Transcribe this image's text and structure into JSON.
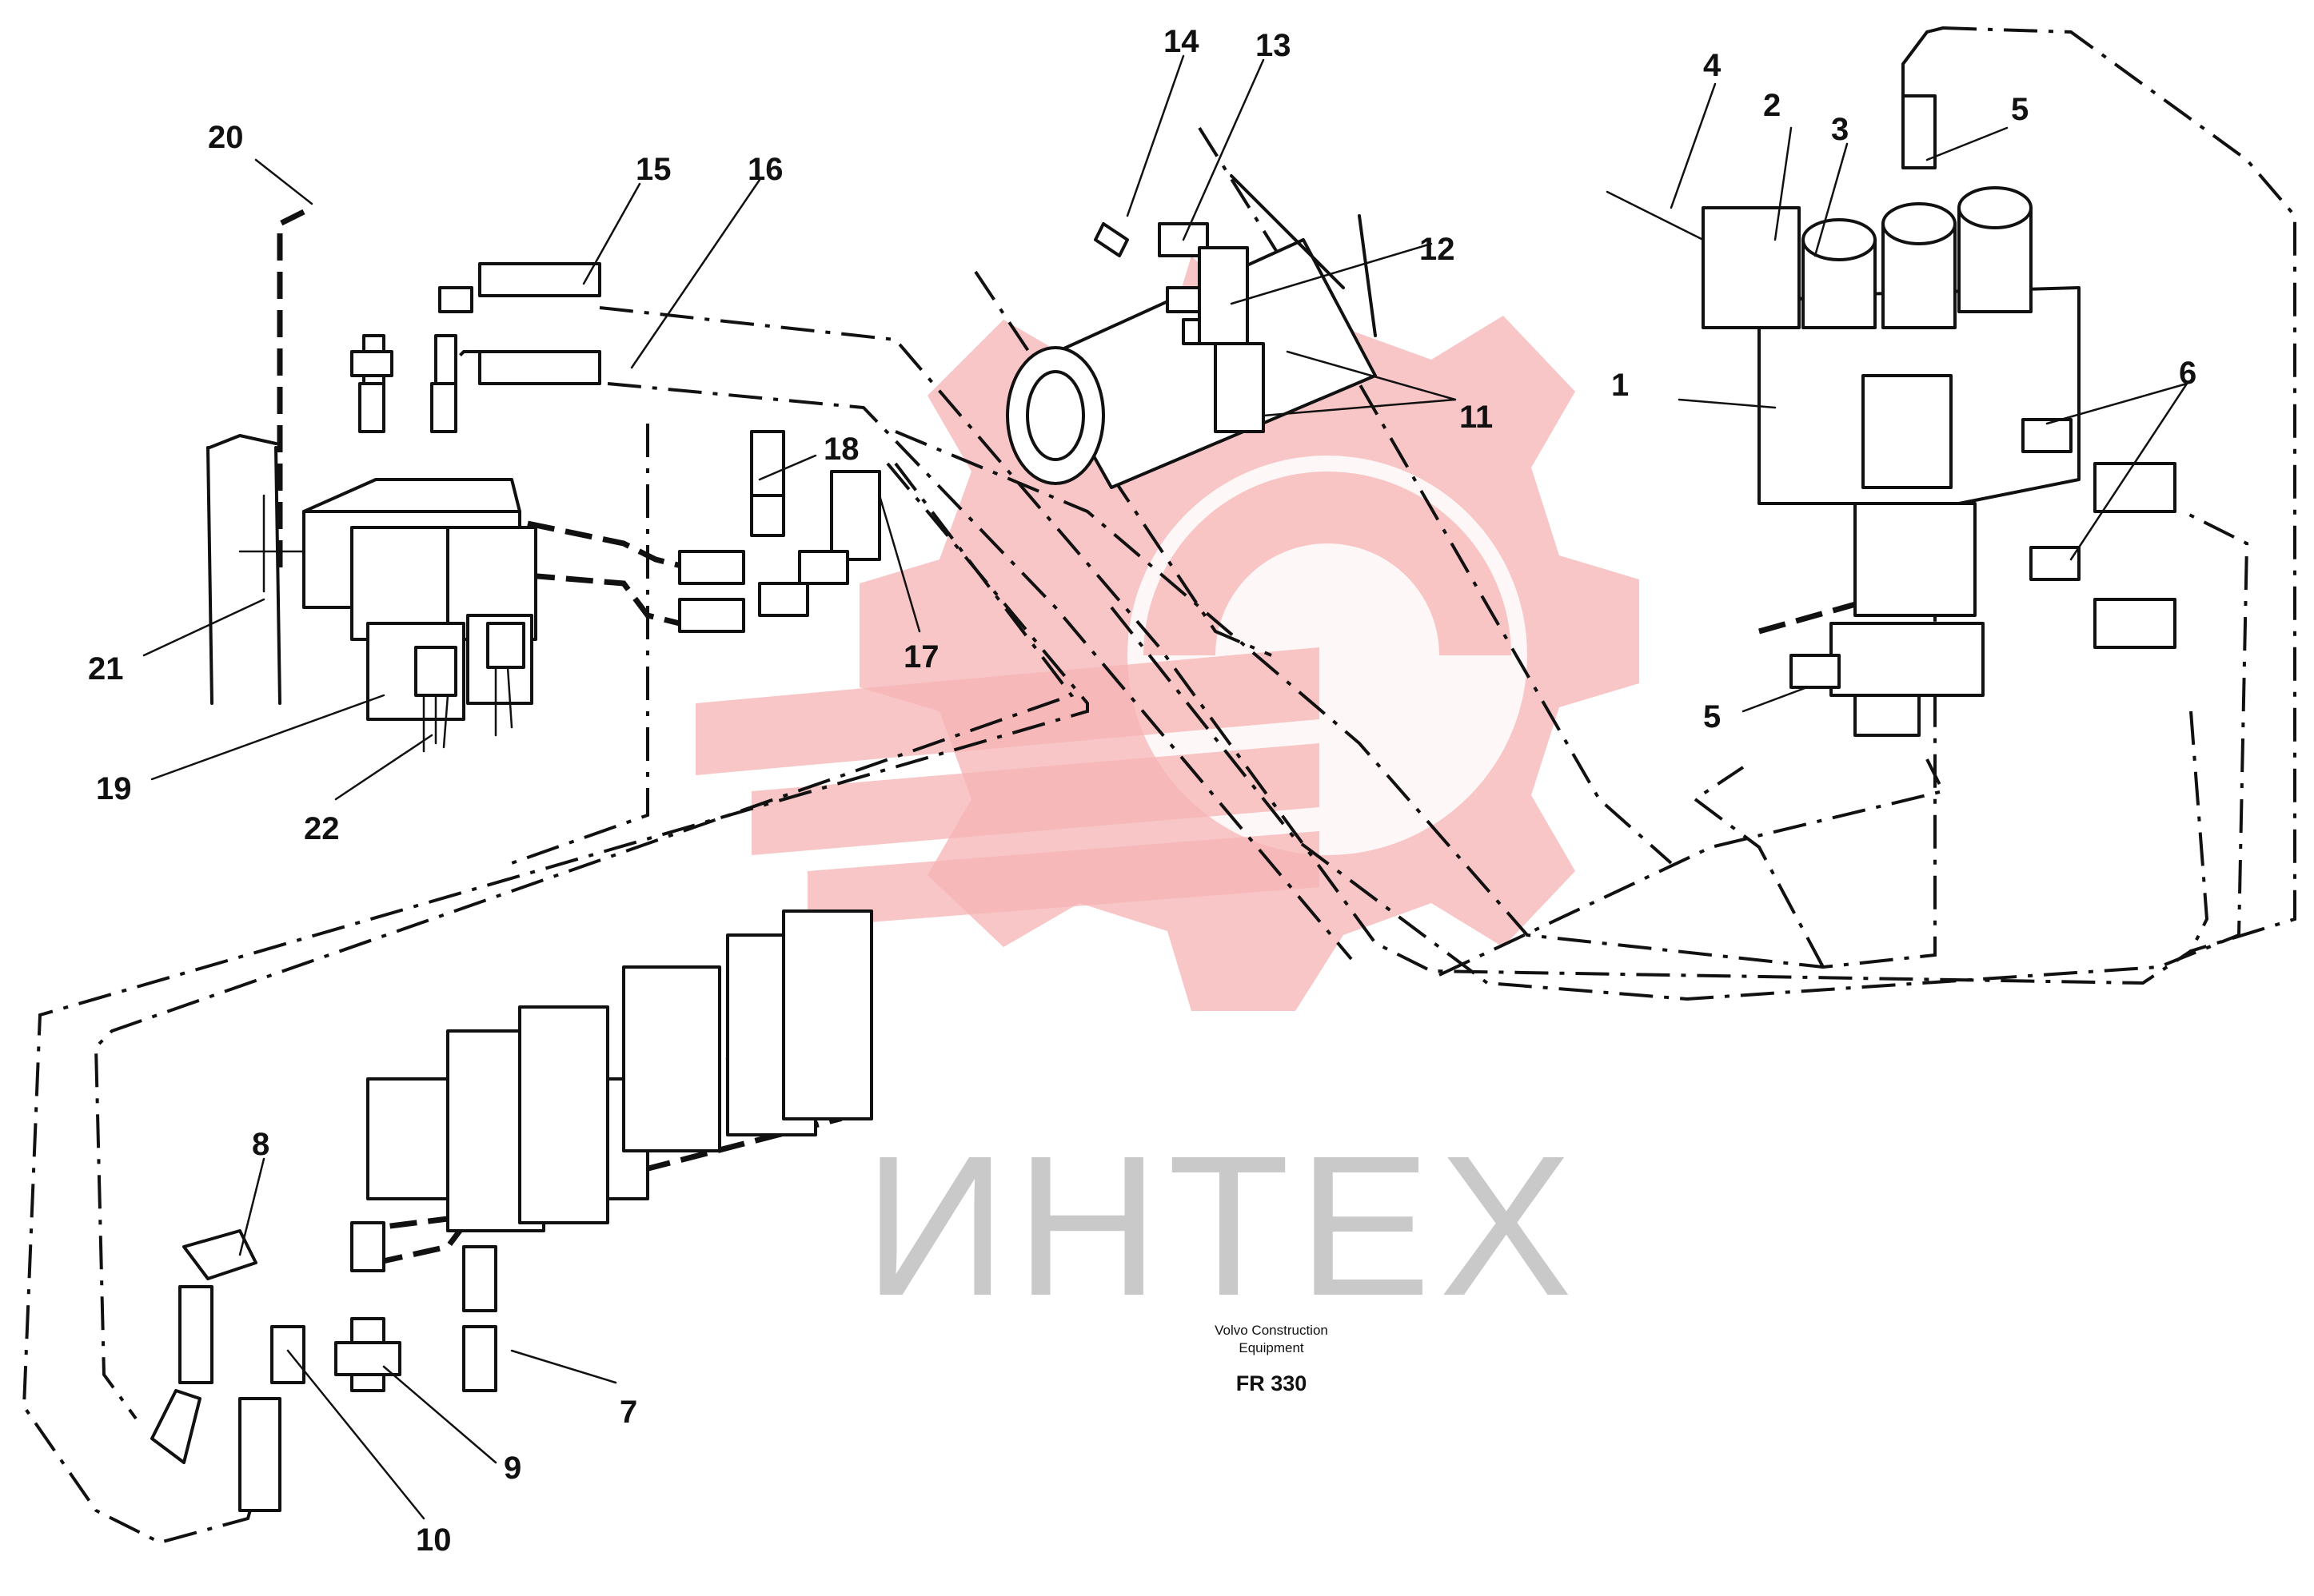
{
  "watermark": {
    "text": "ИНТЕХ",
    "logo": "gear-logo-watermark",
    "logo_color": "#f2a0a0",
    "text_color": "#c8c8c8"
  },
  "caption": {
    "line1": "Volvo Construction",
    "line2": "Equipment",
    "code": "FR 330"
  },
  "callouts": [
    "1",
    "2",
    "3",
    "4",
    "5",
    "5",
    "6",
    "7",
    "8",
    "9",
    "10",
    "11",
    "12",
    "13",
    "14",
    "15",
    "16",
    "17",
    "18",
    "19",
    "20",
    "21",
    "22"
  ],
  "colors": {
    "line": "#111111",
    "background": "#ffffff"
  }
}
